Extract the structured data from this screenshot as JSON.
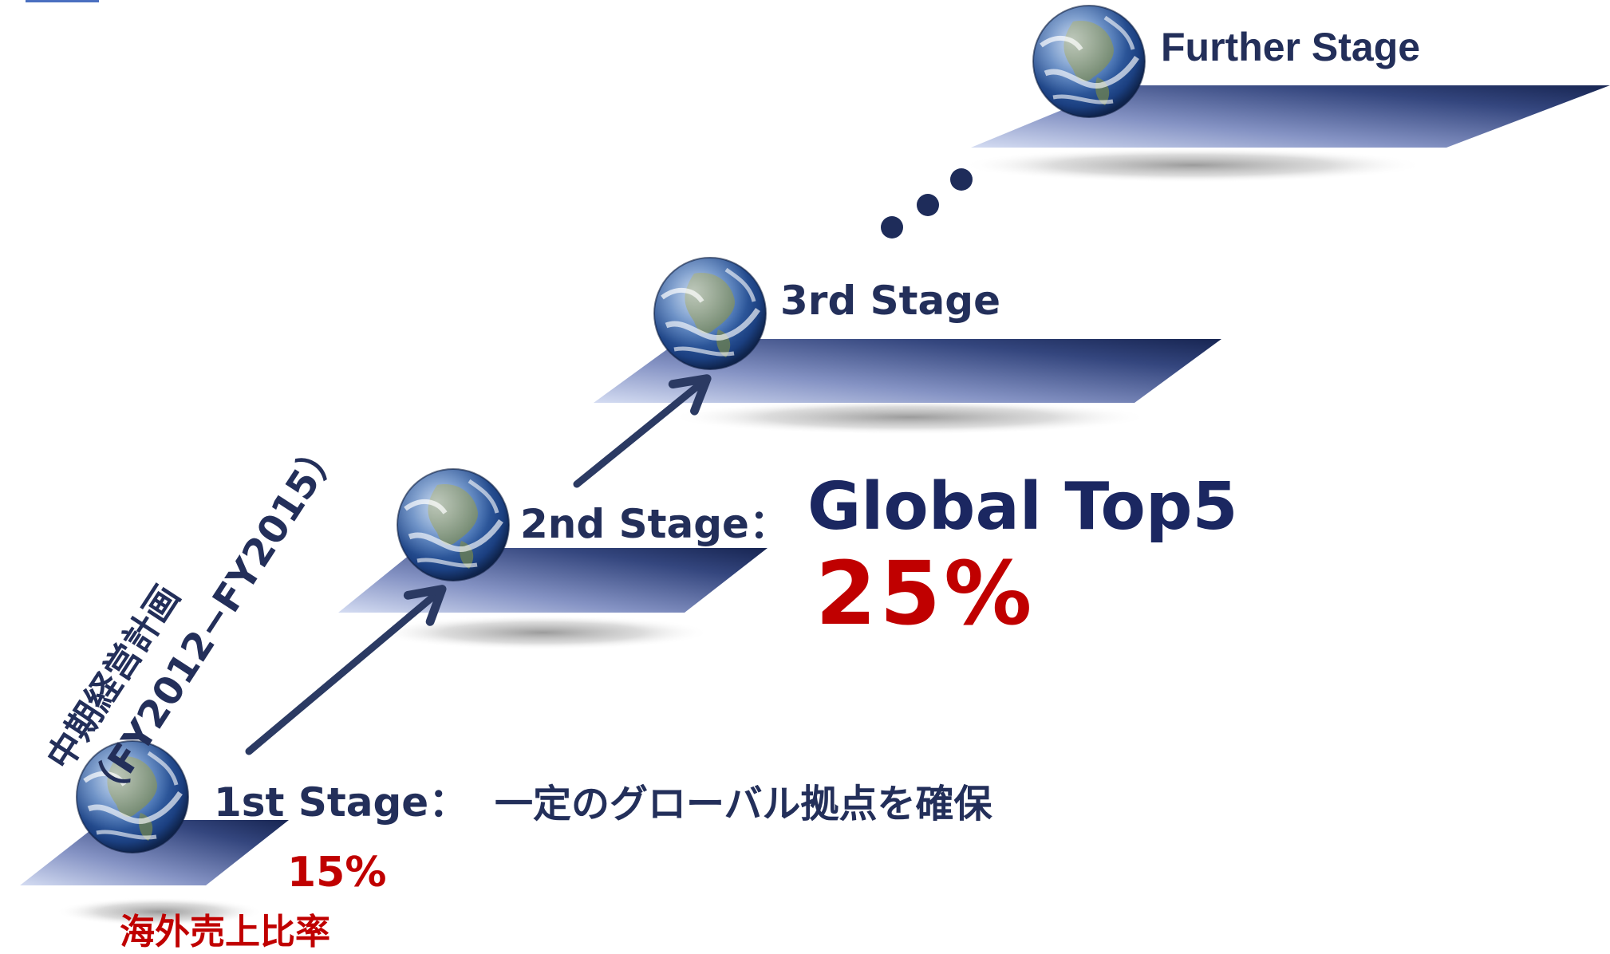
{
  "stages": [
    {
      "id": "stage1",
      "label": "1st Stage：",
      "description": "一定のグローバル拠点を確保"
    },
    {
      "id": "stage2",
      "label": "2nd Stage：",
      "description": "Global Top5"
    },
    {
      "id": "stage3",
      "label": "3rd Stage"
    },
    {
      "id": "further",
      "label": "Further Stage"
    }
  ],
  "overseas_sales_ratio": {
    "label": "海外売上比率",
    "stage1_value": "15%",
    "stage2_value": "25%"
  },
  "mid_term_plan": {
    "title": "中期経営計画",
    "period": "（FY2012−FY2015）"
  },
  "ellipsis": "• • •",
  "colors": {
    "platform_dark": "#1a2a58",
    "platform_light": "#c9d3ee",
    "text_navy": "#232f5a",
    "accent_red": "#c00000",
    "arrow": "#2b3a63"
  },
  "icons": {
    "globe": "earth-globe-icon",
    "arrow": "up-right-arrow-icon"
  }
}
